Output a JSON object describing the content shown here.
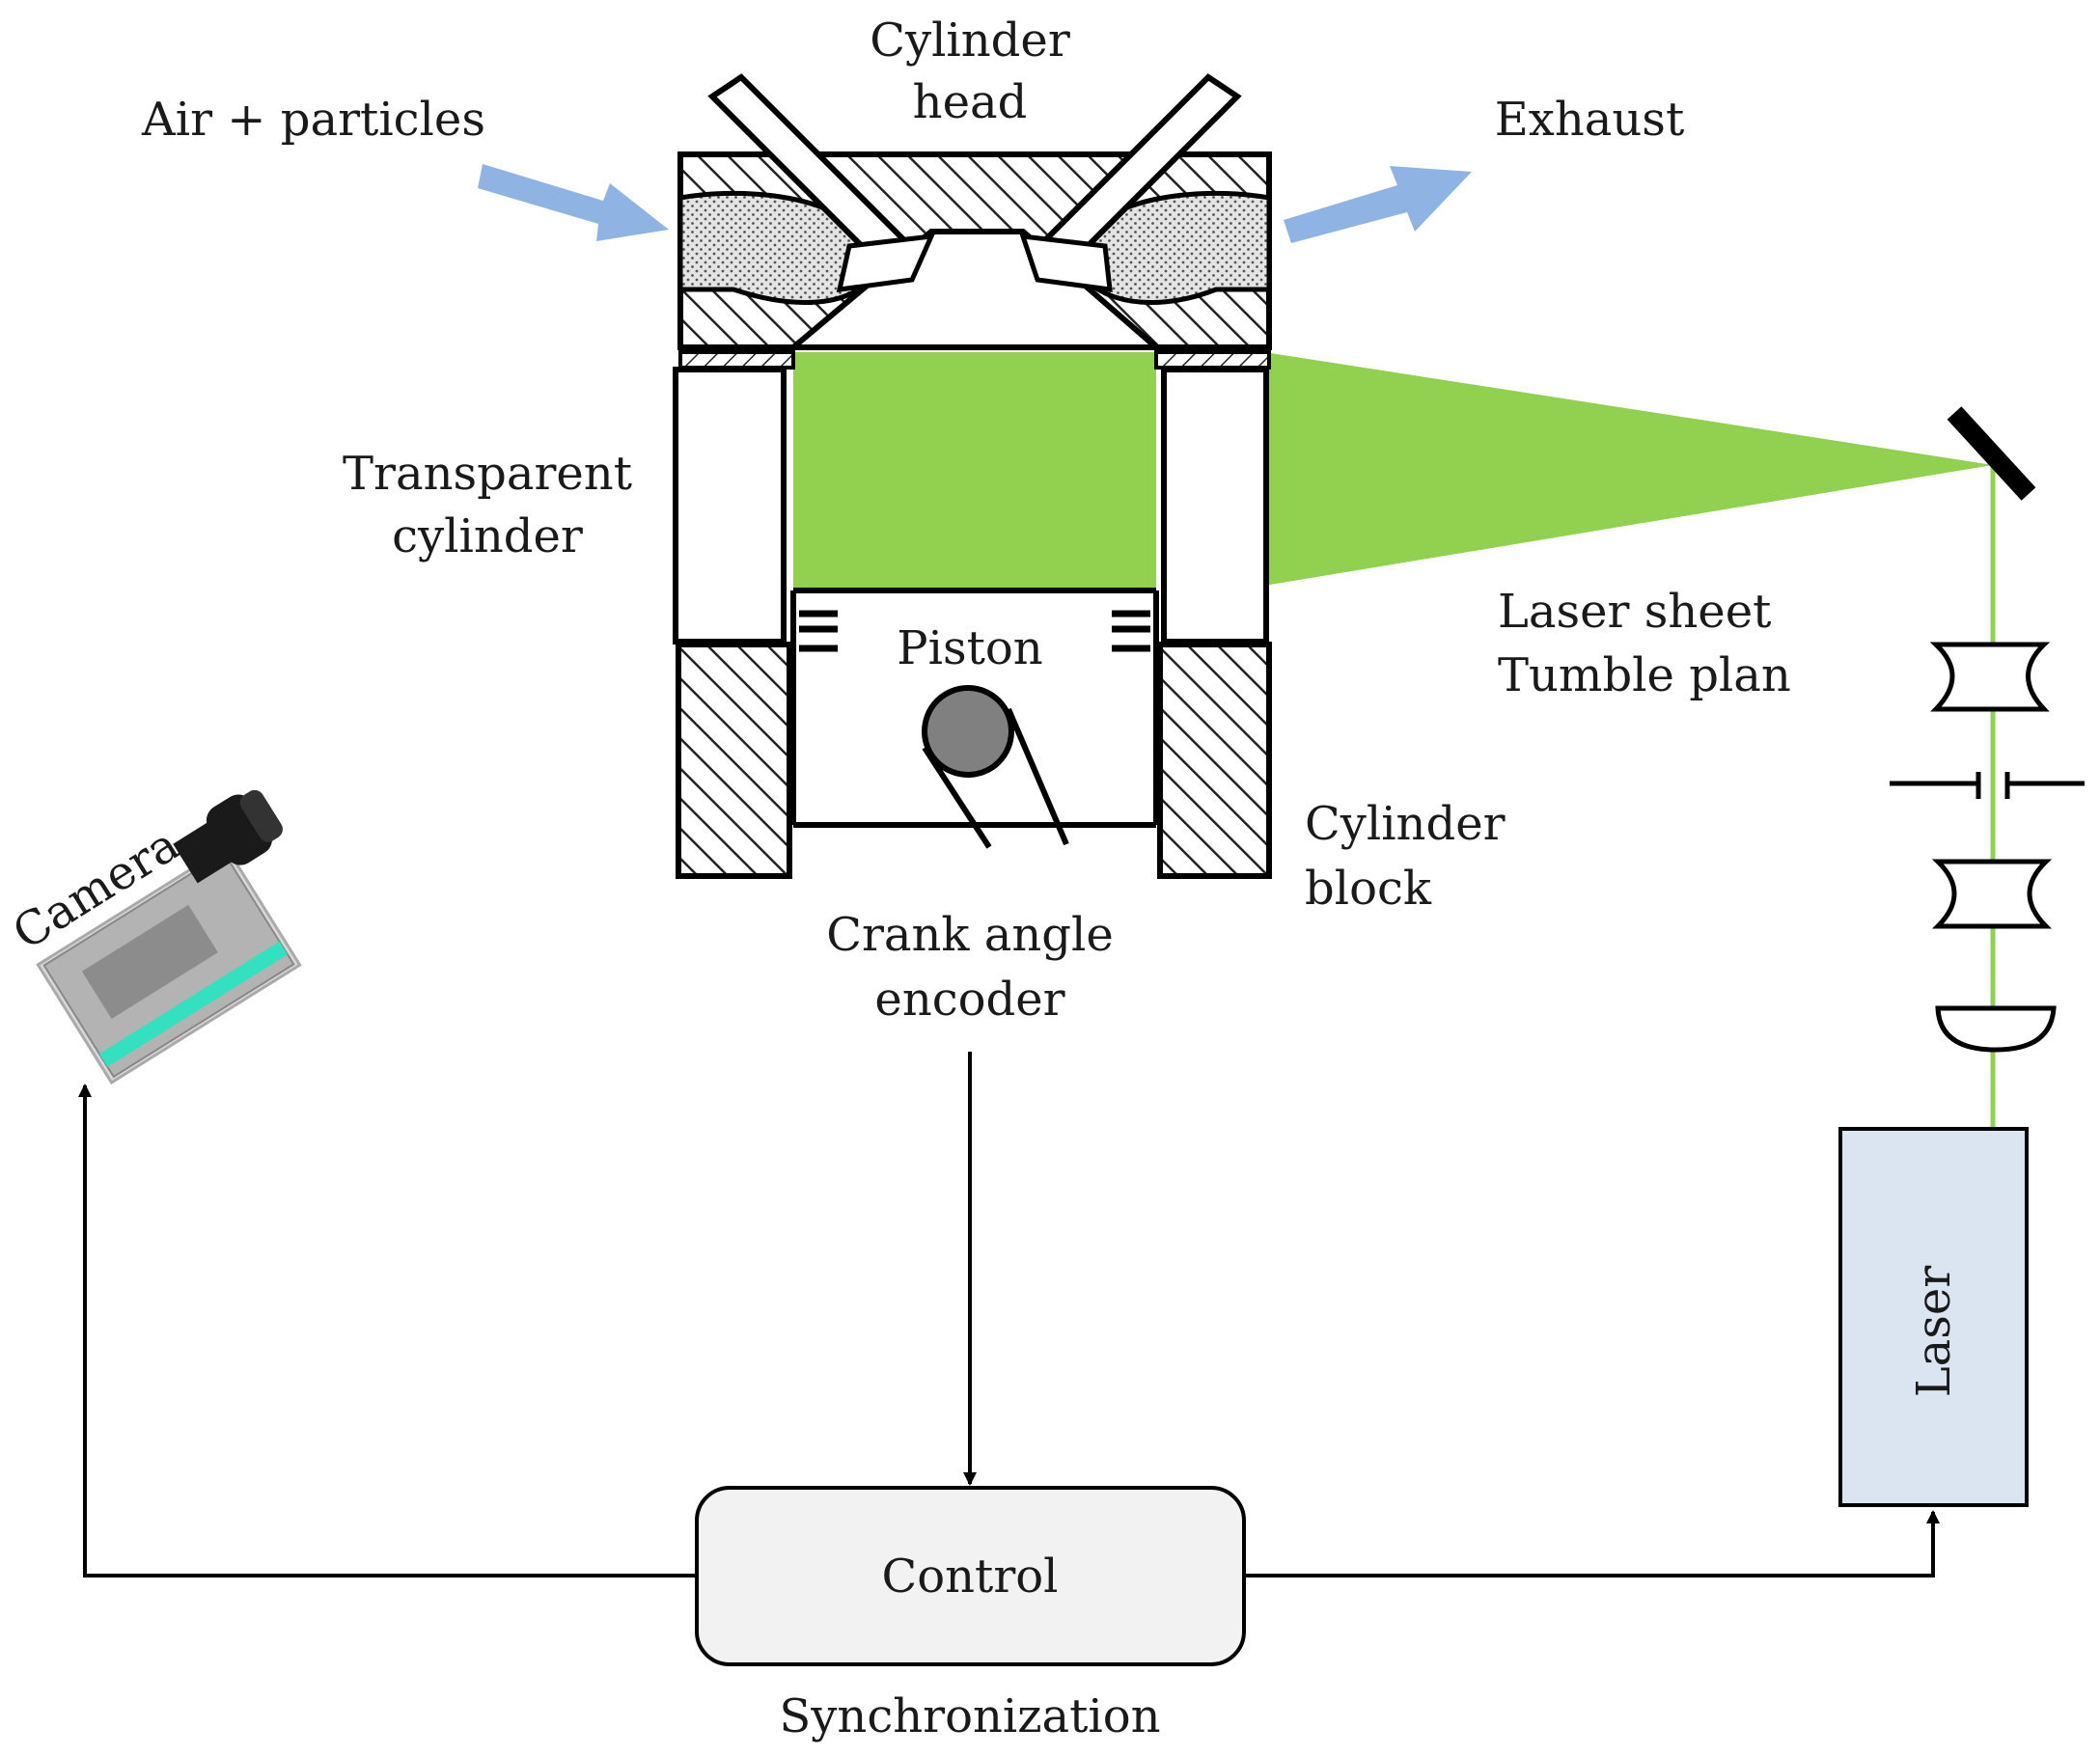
{
  "labels": {
    "air_particles": "Air + particles",
    "cylinder_head_line1": "Cylinder",
    "cylinder_head_line2": "head",
    "exhaust": "Exhaust",
    "transparent_line1": "Transparent",
    "transparent_line2": "cylinder",
    "piston": "Piston",
    "laser_sheet_line1": "Laser sheet",
    "laser_sheet_line2": "Tumble plan",
    "cylinder_block_line1": "Cylinder",
    "cylinder_block_line2": "block",
    "crank_line1": "Crank angle",
    "crank_line2": "encoder",
    "camera": "Camera",
    "laser": "Laser",
    "control": "Control",
    "synchronization": "Synchronization"
  },
  "colors": {
    "laser_green": "#92d050",
    "flow_arrow_blue": "#8fb4e3",
    "laser_box_fill": "#dbe5f1",
    "control_box_fill": "#f2f2f2",
    "camera_body": "#b3b3b3",
    "camera_stripe": "#33e0c0",
    "piston_pin": "#808080"
  }
}
